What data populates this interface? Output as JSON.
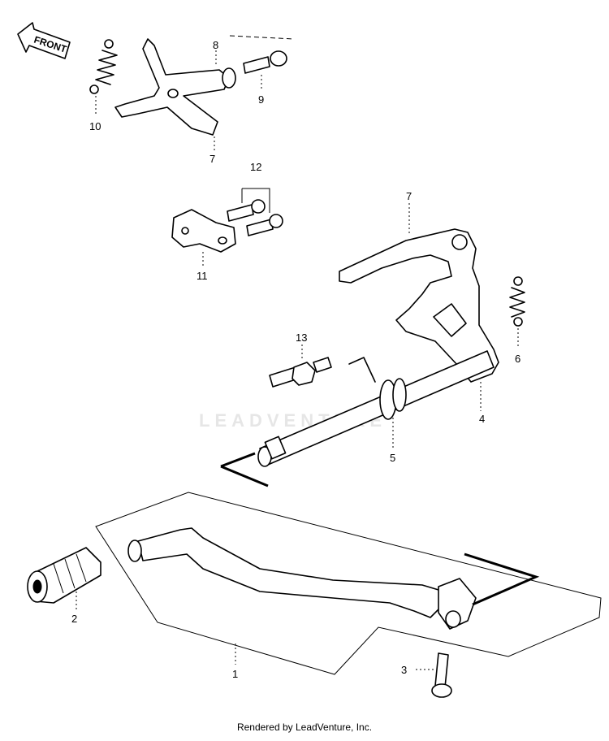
{
  "diagram": {
    "front_label": "FRONT",
    "watermark": "LEADVENTURE",
    "footer": "Rendered by LeadVenture, Inc.",
    "callouts": [
      {
        "id": "c1",
        "text": "1"
      },
      {
        "id": "c2",
        "text": "2"
      },
      {
        "id": "c3",
        "text": "3"
      },
      {
        "id": "c4",
        "text": "4"
      },
      {
        "id": "c5",
        "text": "5"
      },
      {
        "id": "c6",
        "text": "6"
      },
      {
        "id": "c7a",
        "text": "7"
      },
      {
        "id": "c7b",
        "text": "7"
      },
      {
        "id": "c8",
        "text": "8"
      },
      {
        "id": "c9",
        "text": "9"
      },
      {
        "id": "c10",
        "text": "10"
      },
      {
        "id": "c11",
        "text": "11"
      },
      {
        "id": "c12",
        "text": "12"
      },
      {
        "id": "c13",
        "text": "13"
      }
    ]
  }
}
